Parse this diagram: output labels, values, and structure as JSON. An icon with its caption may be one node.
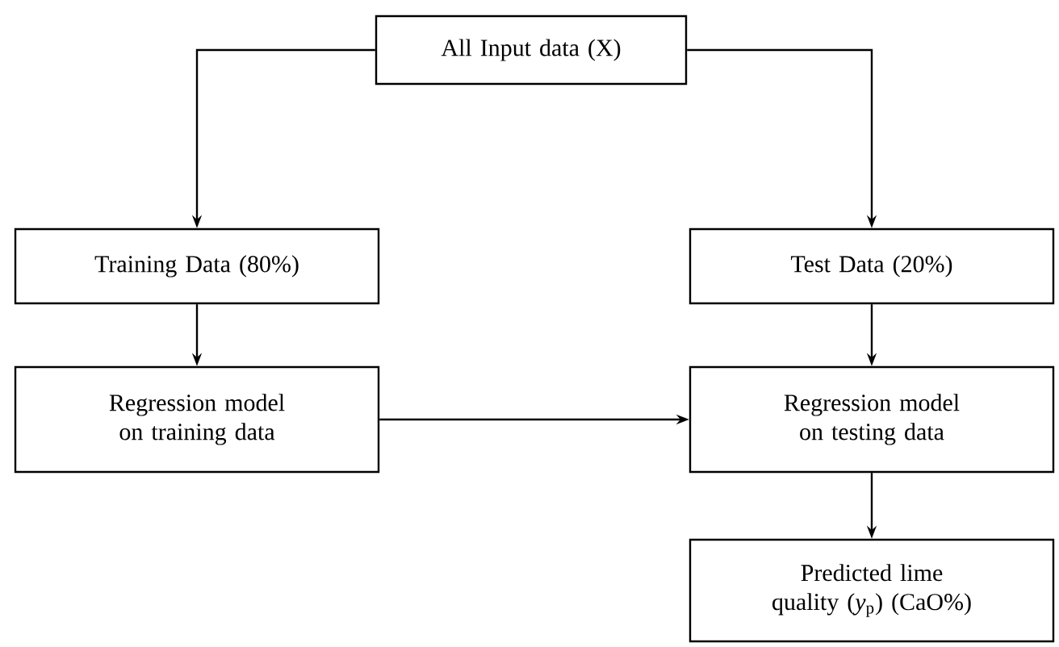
{
  "diagram": {
    "nodes": [
      {
        "text": [
          "All Input data (X)"
        ]
      },
      {
        "text": [
          "Training Data (80%)"
        ]
      },
      {
        "text": [
          "Test Data (20%)"
        ]
      },
      {
        "text": [
          "Regression model on training data"
        ]
      },
      {
        "text": [
          "Regression model on testing data"
        ]
      },
      {
        "text": [
          "Predicted lime quality (*y*$_{p}$) (CaO%)"
        ]
      }
    ],
    "edges": [
      {
        "from": 0,
        "to": 1,
        "arrow": "to"
      },
      {
        "from": 0,
        "to": 2,
        "arrow": "to"
      },
      {
        "from": 1,
        "to": 3,
        "arrow": "to"
      },
      {
        "from": 2,
        "to": 4,
        "arrow": "to"
      },
      {
        "from": 3,
        "to": 4,
        "arrow": "to"
      },
      {
        "from": 4,
        "to": 5,
        "arrow": "to"
      }
    ]
  }
}
